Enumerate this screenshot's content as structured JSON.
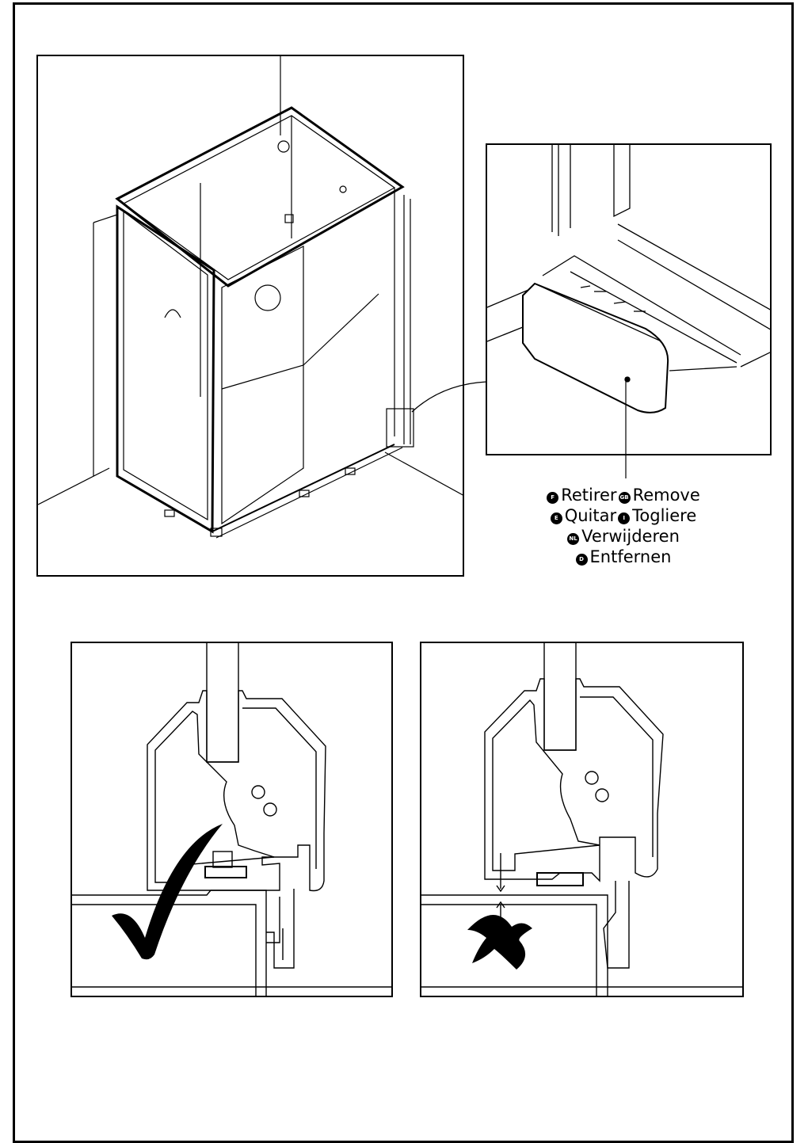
{
  "instructions": {
    "rows": [
      [
        {
          "code": "F",
          "word": "Retirer"
        },
        {
          "code": "GB",
          "word": "Remove"
        }
      ],
      [
        {
          "code": "E",
          "word": "Quitar"
        },
        {
          "code": "I",
          "word": "Togliere"
        }
      ],
      [
        {
          "code": "NL",
          "word": "Verwijderen"
        }
      ],
      [
        {
          "code": "D",
          "word": "Entfernen"
        }
      ]
    ]
  },
  "icons": {
    "correct": "checkmark-icon",
    "incorrect": "cross-icon"
  }
}
